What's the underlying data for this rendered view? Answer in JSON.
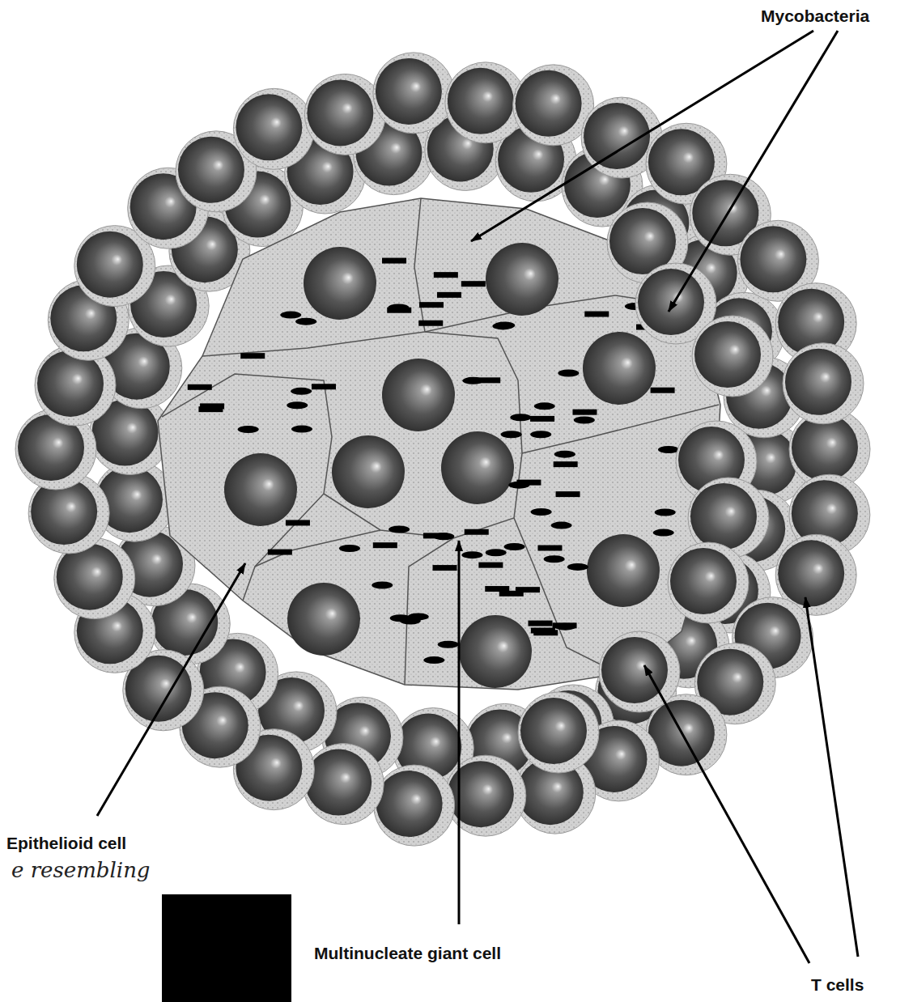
{
  "diagram": {
    "labels": [
      "Mycobacteria",
      "Epithelioid cell",
      "e resembling",
      "Multinucleate giant cell",
      "T cells"
    ]
  }
}
